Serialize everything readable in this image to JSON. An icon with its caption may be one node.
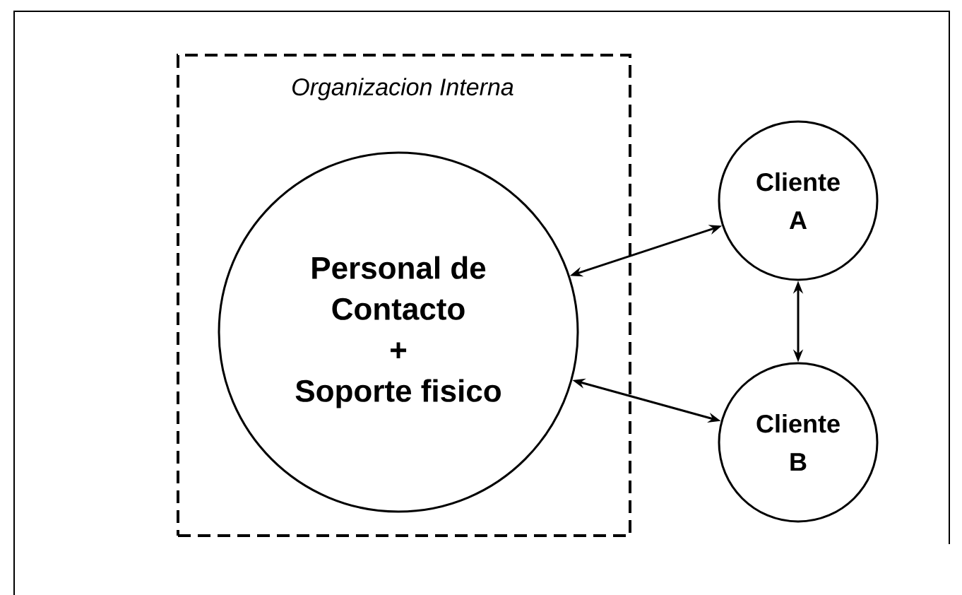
{
  "diagram": {
    "nodes": [
      {
        "text": [
          "Organizacion Interna"
        ]
      },
      {
        "text": [
          "Personal de Contacto",
          "+",
          "Soporte fisico"
        ],
        "in": 0
      },
      {
        "text": [
          "Cliente A"
        ]
      },
      {
        "text": [
          "Cliente B"
        ]
      }
    ],
    "edges": [
      {
        "from": 1,
        "to": 2,
        "arrow": "both"
      },
      {
        "from": 1,
        "to": 3,
        "arrow": "both"
      },
      {
        "from": 2,
        "to": 3,
        "arrow": "both"
      }
    ]
  }
}
